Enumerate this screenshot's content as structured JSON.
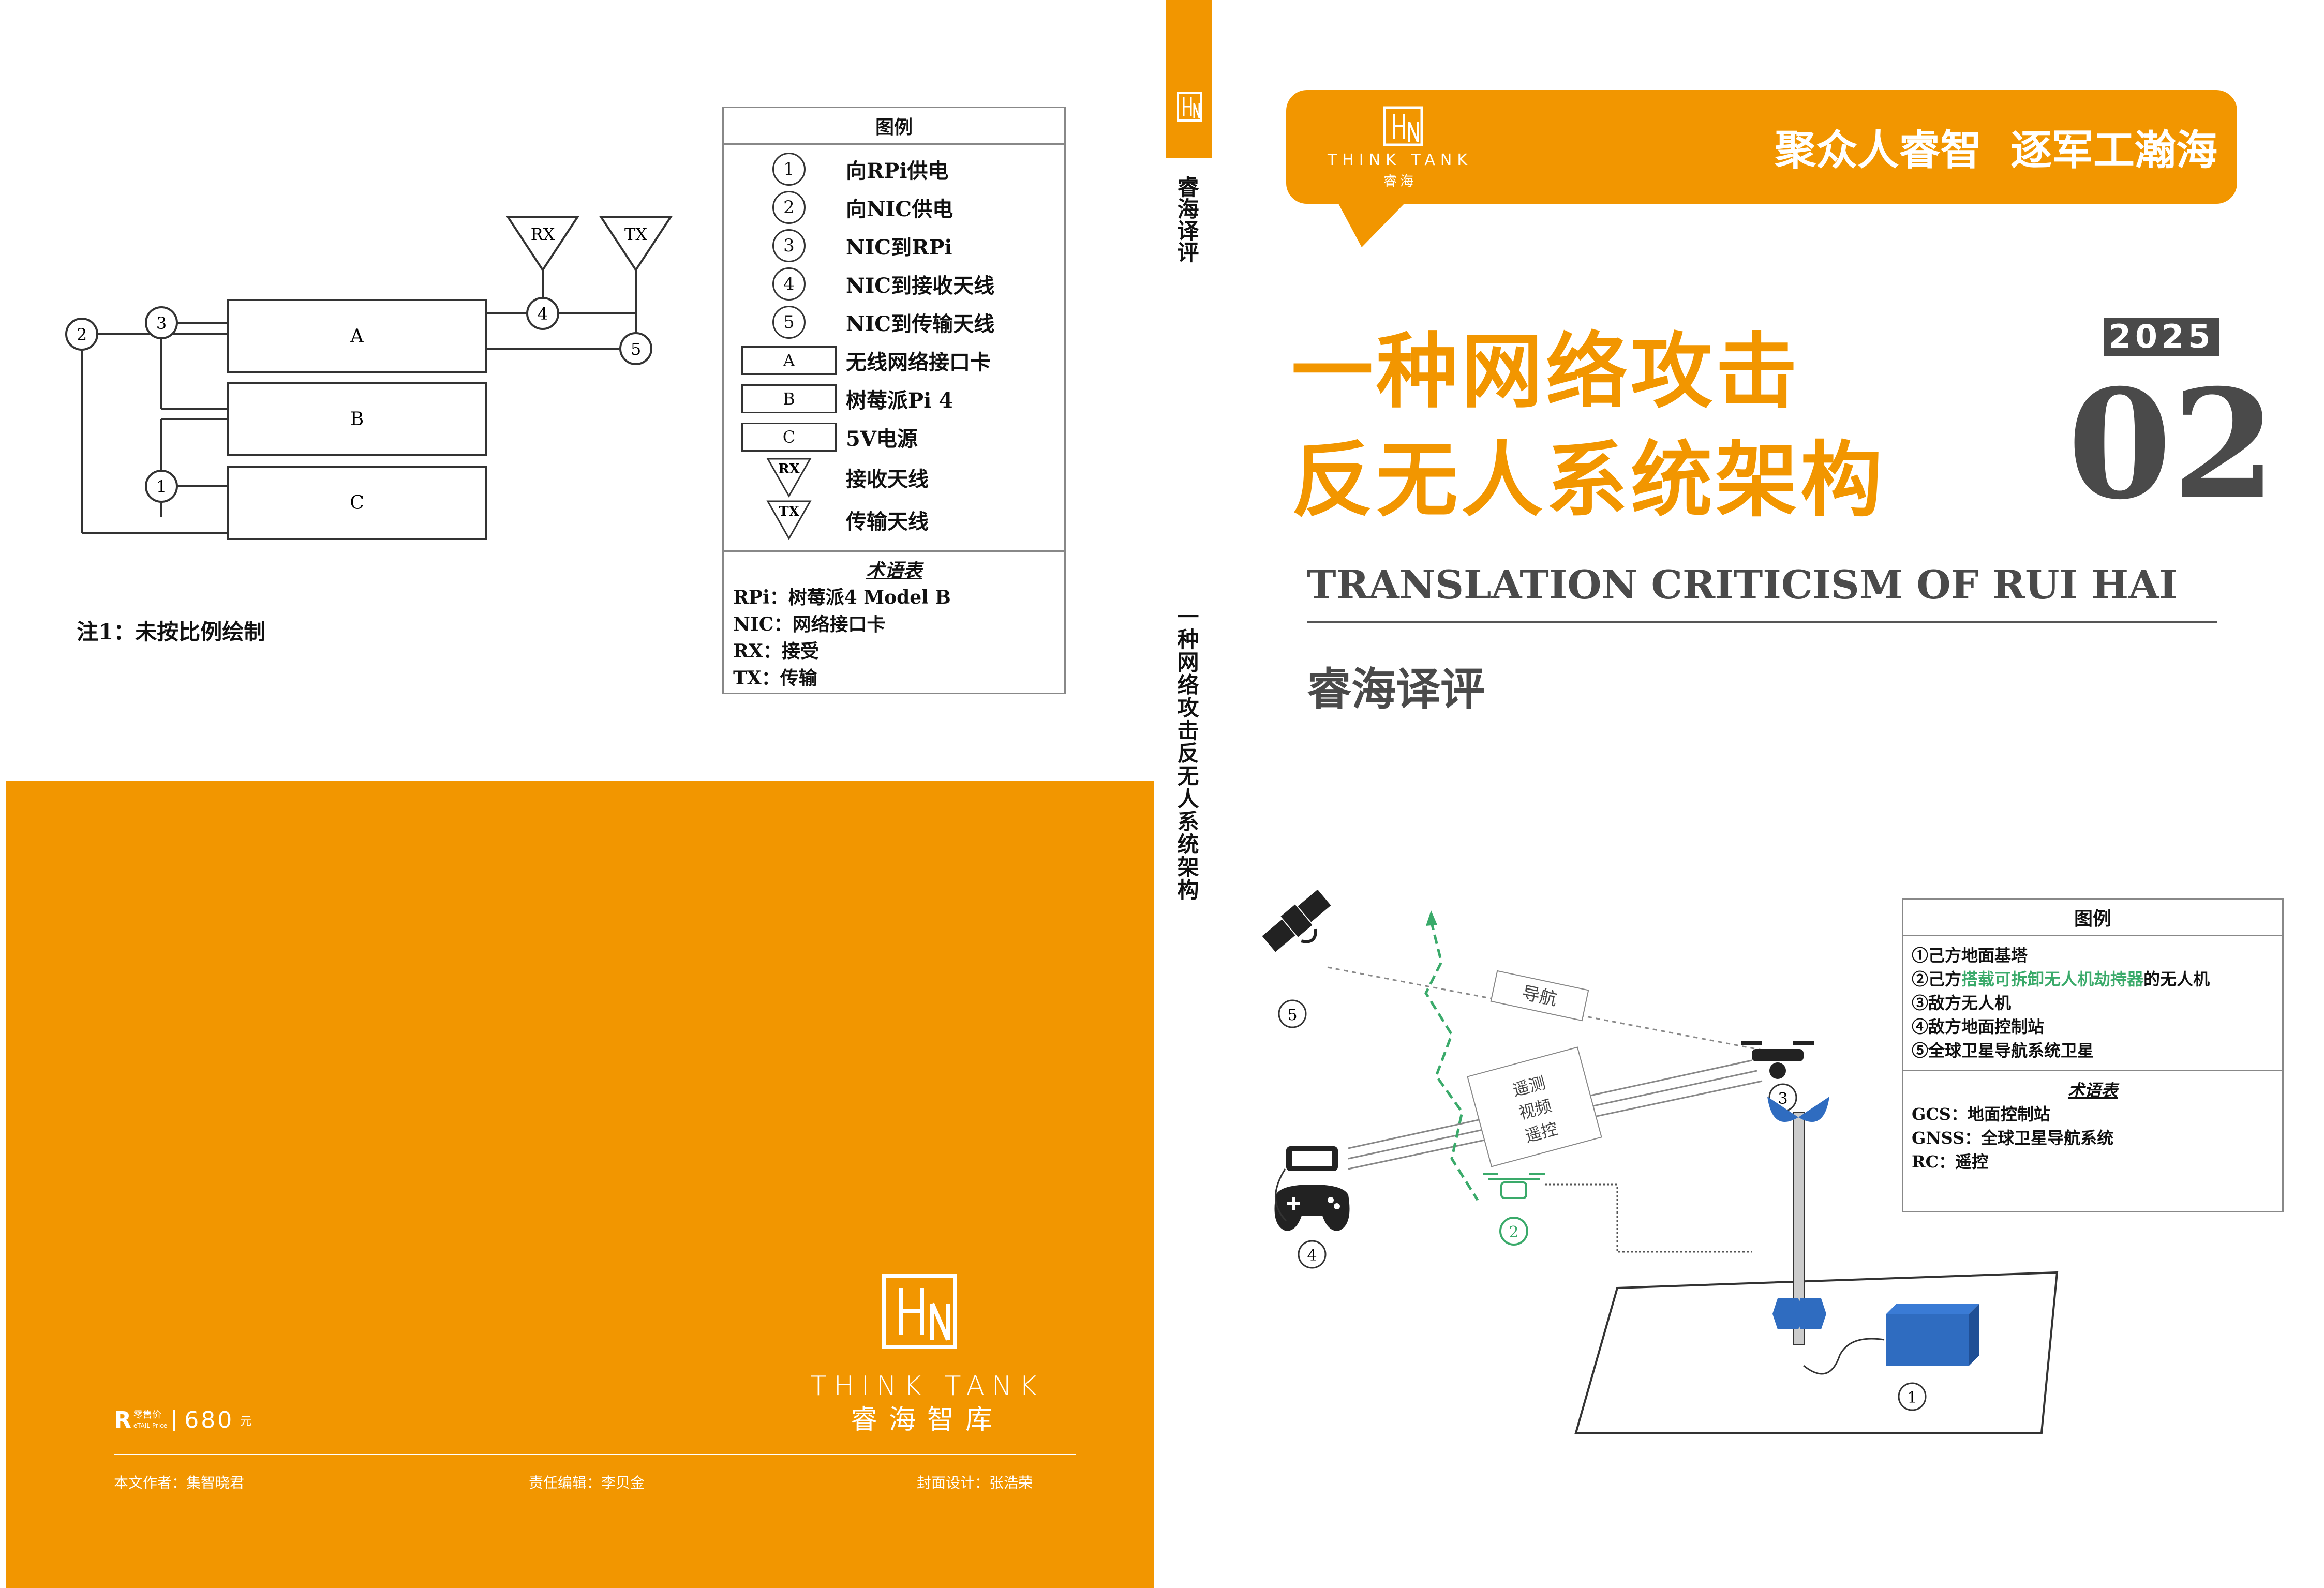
{
  "back_cover": {
    "diagram": {
      "blocks": [
        "A",
        "B",
        "C"
      ],
      "nodes": [
        "1",
        "2",
        "3",
        "4",
        "5"
      ],
      "antennas": [
        "RX",
        "TX"
      ],
      "note": "注1：未按比例绘制"
    },
    "legend": {
      "title": "图例",
      "items": [
        {
          "key": "1",
          "label": "向RPi供电"
        },
        {
          "key": "2",
          "label": "向NIC供电"
        },
        {
          "key": "3",
          "label": "NIC到RPi"
        },
        {
          "key": "4",
          "label": "NIC到接收天线"
        },
        {
          "key": "5",
          "label": "NIC到传输天线"
        },
        {
          "key": "A",
          "label": "无线网络接口卡"
        },
        {
          "key": "B",
          "label": "树莓派Pi 4"
        },
        {
          "key": "C",
          "label": "5V电源"
        },
        {
          "key": "RX",
          "label": "接收天线"
        },
        {
          "key": "TX",
          "label": "传输天线"
        }
      ],
      "glossary_title": "术语表",
      "glossary": [
        "RPi：树莓派4 Model B",
        "NIC：网络接口卡",
        "RX：接受",
        "TX：传输"
      ]
    },
    "logo": {
      "en": "THINK TANK",
      "cn": "睿海智库"
    },
    "price": {
      "prefix": "R",
      "label_cn": "零售价",
      "label_en": "eTAIL Price",
      "value": "680",
      "unit": "元"
    },
    "credits": {
      "author": "本文作者：集智晓君",
      "editor": "责任编辑：李贝金",
      "designer": "封面设计：张浩荣"
    }
  },
  "spine": {
    "series": "睿海译评",
    "title": "一种网络攻击反无人系统架构"
  },
  "front_cover": {
    "logo": {
      "en": "THINK TANK",
      "cn": "睿海"
    },
    "slogan": "聚众人睿智  逐军工瀚海",
    "title_line1": "一种网络攻击",
    "title_line2": "反无人系统架构",
    "year": "2025",
    "issue": "02",
    "en_title": "TRANSLATION CRITICISM OF RUI HAI",
    "cn_series": "睿海译评",
    "diagram": {
      "nodes": [
        "1",
        "2",
        "3",
        "4",
        "5"
      ],
      "link_labels": {
        "nav": "导航",
        "telemetry": "遥测",
        "video": "视频",
        "remote": "遥控"
      }
    },
    "legend": {
      "title": "图例",
      "items_prefix2": "②己方",
      "items_highlight2": "搭载可拆卸无人机劫持器",
      "items_suffix2": "的无人机",
      "items": [
        "①己方地面基塔",
        "③敌方无人机",
        "④敌方地面控制站",
        "⑤全球卫星导航系统卫星"
      ],
      "glossary_title": "术语表",
      "glossary": [
        "GCS：地面控制站",
        "GNSS：全球卫星导航系统",
        "RC：遥控"
      ]
    }
  },
  "colors": {
    "orange": "#f29600",
    "green": "#3aaa6a",
    "blue": "#2f6cc0",
    "dark_gray": "#4a4a4a"
  }
}
